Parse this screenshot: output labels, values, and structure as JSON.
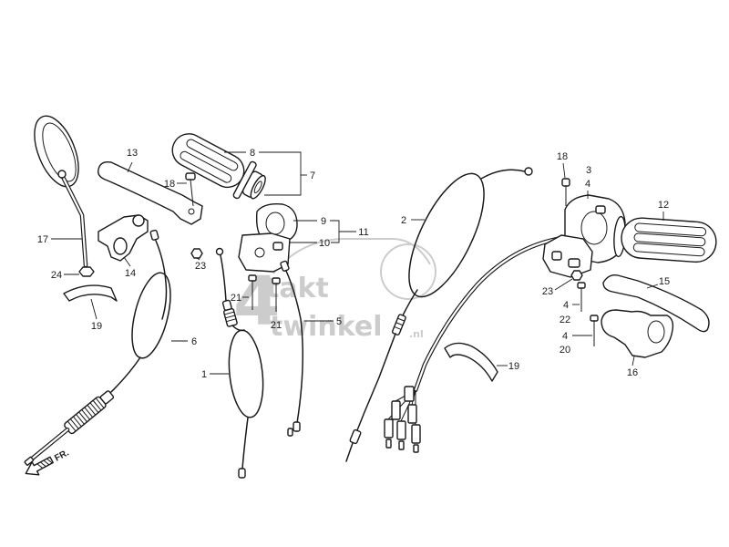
{
  "colors": {
    "ink": "#1a1a1a",
    "paper": "#ffffff",
    "watermark": "#cccccc"
  },
  "callouts": [
    "17",
    "24",
    "19",
    "13",
    "14",
    "18",
    "23",
    "8",
    "7",
    "9",
    "11",
    "10",
    "21",
    "21",
    "5",
    "6",
    "1",
    "2",
    "19",
    "18",
    "3",
    "4",
    "12",
    "23",
    "4",
    "22",
    "4",
    "20",
    "15",
    "16"
  ],
  "direction_marker": "FR.",
  "watermark": {
    "numeral": "4",
    "line1": "takt",
    "line2": "twinkel",
    "suffix": ".nl"
  }
}
